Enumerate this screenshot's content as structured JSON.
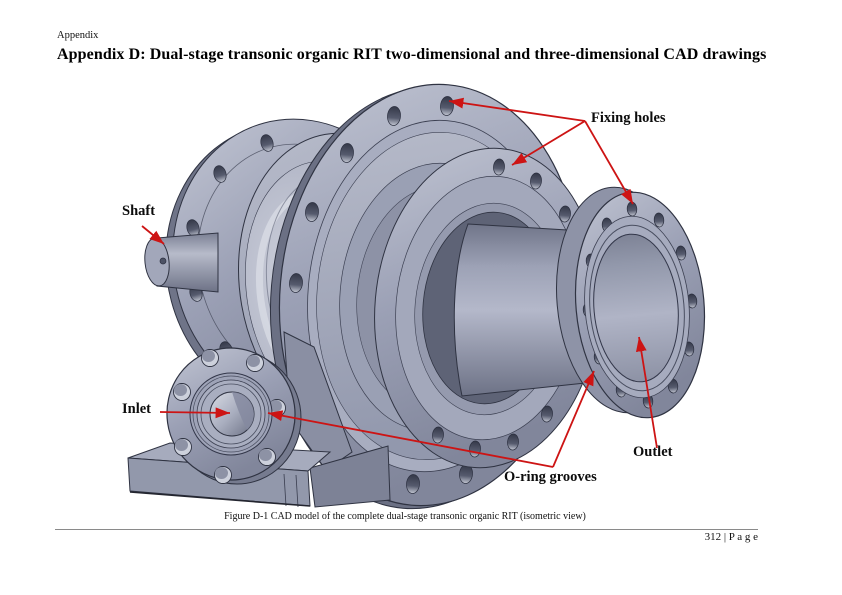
{
  "page": {
    "running_header": "Appendix",
    "title": "Appendix D: Dual-stage transonic organic RIT two-dimensional and three-dimensional CAD drawings",
    "figure_caption": "Figure D-1 CAD model of the complete dual-stage transonic organic RIT (isometric view)",
    "page_number": "312 | P a g e"
  },
  "figure": {
    "labels": {
      "fixing_holes": "Fixing holes",
      "shaft": "Shaft",
      "inlet": "Inlet",
      "oring_grooves": "O-ring grooves",
      "outlet": "Outlet"
    },
    "colors": {
      "annotation": "#cd1414",
      "metal_light": "#c0c4d2",
      "metal_mid": "#9ba0b5",
      "metal_dark": "#6d7286",
      "edge": "#2f3342"
    }
  }
}
